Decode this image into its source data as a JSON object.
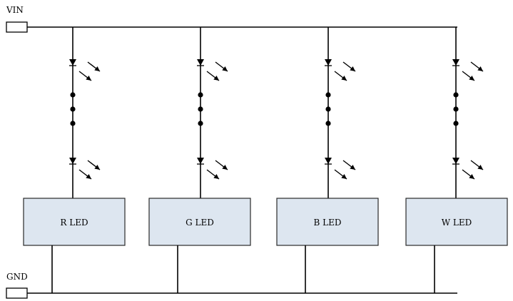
{
  "terminals": {
    "vin_label": "VIN",
    "gnd_label": "GND"
  },
  "channels": [
    {
      "label": "R LED"
    },
    {
      "label": "G LED"
    },
    {
      "label": "B LED"
    },
    {
      "label": "W LED"
    }
  ],
  "colors": {
    "box_fill": "#dde6f0",
    "line": "#000000"
  }
}
